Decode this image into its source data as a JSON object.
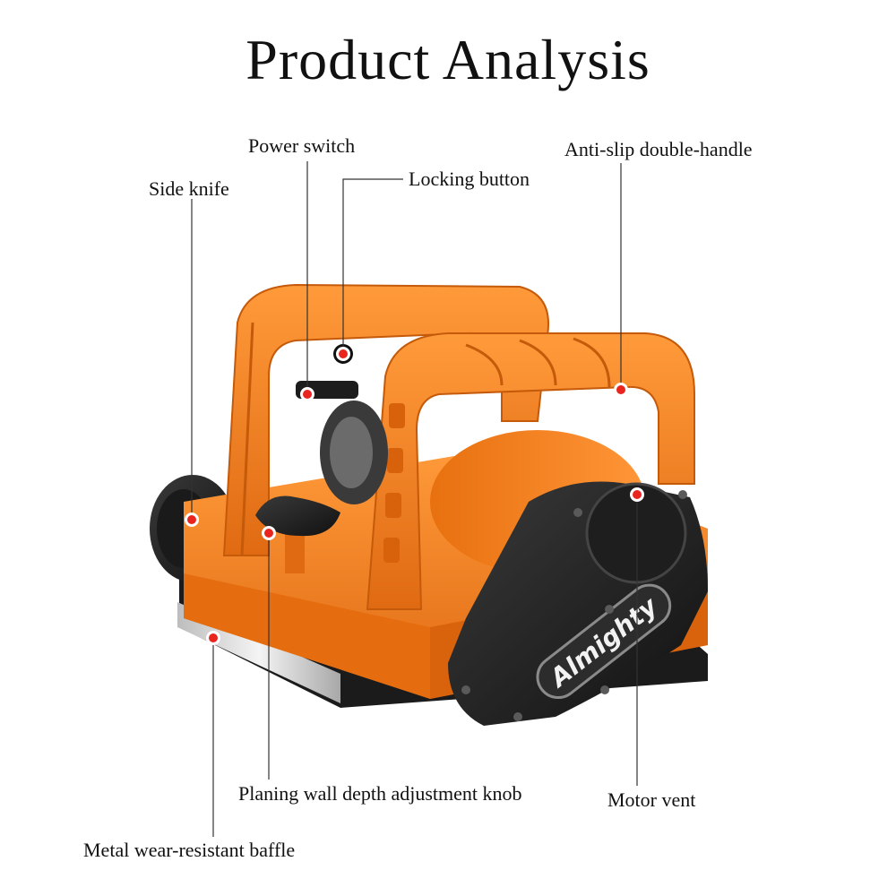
{
  "title": "Product Analysis",
  "labels": {
    "power_switch": "Power switch",
    "locking_button": "Locking button",
    "anti_slip_handle": "Anti-slip double-handle",
    "side_knife": "Side knife",
    "depth_knob": "Planing wall depth adjustment knob",
    "motor_vent": "Motor vent",
    "metal_baffle": "Metal wear-resistant baffle"
  },
  "product": {
    "brand": "Almighty"
  },
  "colors": {
    "body": "#f07a1a",
    "body_dark": "#c85a0c",
    "housing": "#262626",
    "marker": "#e8251f"
  }
}
